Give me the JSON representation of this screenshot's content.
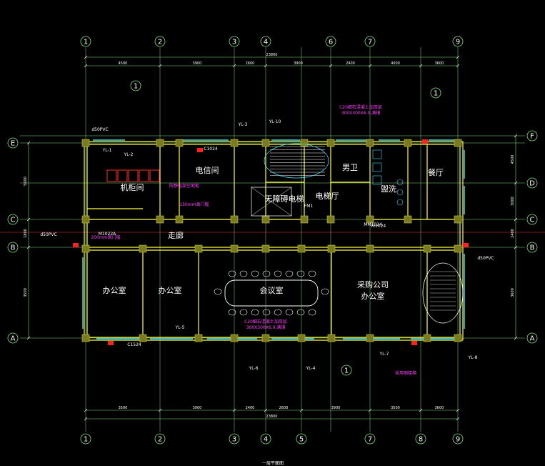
{
  "drawing": {
    "axes_top": [
      "1",
      "2",
      "3",
      "4",
      "6",
      "7",
      "9"
    ],
    "axes_bottom": [
      "1",
      "2",
      "3",
      "4",
      "5",
      "7",
      "8",
      "9"
    ],
    "axes_left": [
      "E",
      "C",
      "B",
      "A"
    ],
    "axes_right": [
      "F",
      "D",
      "C",
      "B",
      "A"
    ],
    "overall_dim_top": "23800",
    "overall_dim_bottom": "23800",
    "dim_top": [
      "4500",
      "3900",
      "2600",
      "3900",
      "2400",
      "4000",
      "3600"
    ],
    "dim_bottom": [
      "3500",
      "3900",
      "2400",
      "2600",
      "3900",
      "3500",
      "3600"
    ],
    "dim_left": [
      "5600",
      "1800",
      "3500"
    ],
    "dim_right": [
      "4500",
      "3000",
      "2400",
      "3600"
    ],
    "rooms": [
      {
        "name": "机柜间",
        "key": "server"
      },
      {
        "name": "电信间",
        "key": "telecom"
      },
      {
        "name": "无障碍电梯",
        "key": "elevator"
      },
      {
        "name": "电梯厅",
        "key": "lift-lobby"
      },
      {
        "name": "男卫",
        "key": "mens-wc"
      },
      {
        "name": "盥洗",
        "key": "washroom"
      },
      {
        "name": "餐厅",
        "key": "dining"
      },
      {
        "name": "走廊",
        "key": "corridor"
      },
      {
        "name": "办公室",
        "key": "office-1"
      },
      {
        "name": "办公室",
        "key": "office-2"
      },
      {
        "name": "会议室",
        "key": "meeting"
      },
      {
        "name": "采购公司",
        "key": "company-1"
      },
      {
        "name": "办公室",
        "key": "company-2"
      }
    ],
    "magenta_notes": [
      "C20细石混凝土加厚层",
      "300X300X6.0,满铺",
      "C20细石混凝土加厚层",
      "300X300X6.0,满铺",
      "防静电架空地板",
      "150mm高门槛",
      "200mm高门槛",
      "采用钢楼梯"
    ],
    "tags": [
      "YL-1",
      "YL-2",
      "YL-3",
      "YL-4",
      "YL-5",
      "YL-6",
      "YL-7",
      "YL-8",
      "YL-10",
      "C1024",
      "C1524",
      "M1022A",
      "MM1024",
      "M1024",
      "FM1",
      "d50PVC",
      "d50PVC",
      "d50PVC"
    ],
    "footer": "一层平面图"
  }
}
